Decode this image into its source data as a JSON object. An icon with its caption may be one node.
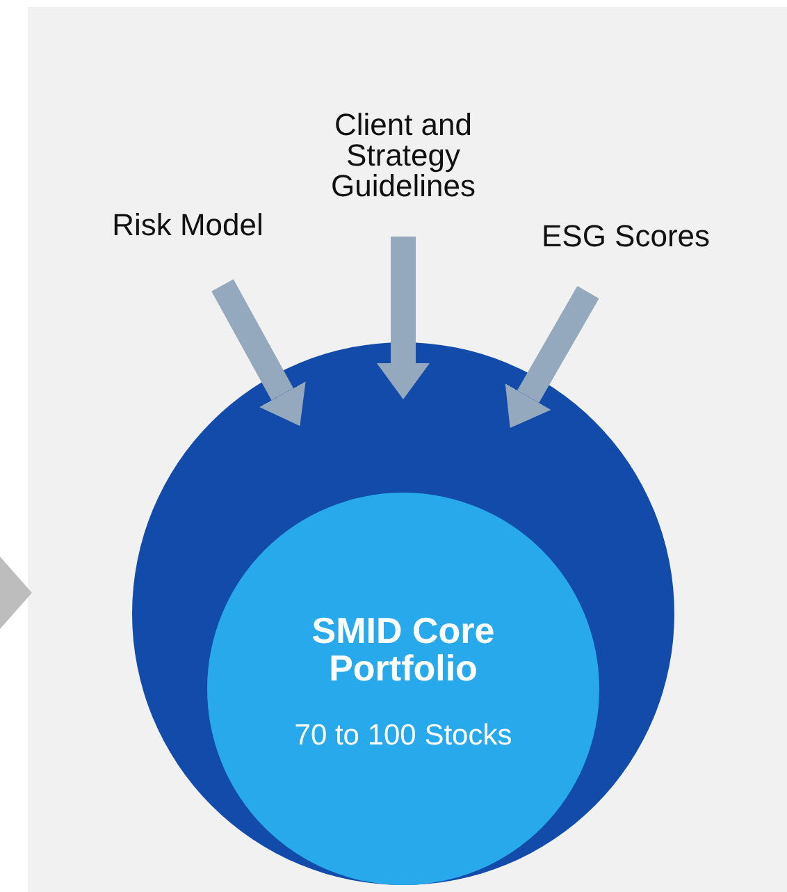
{
  "diagram": {
    "nodes": [
      {
        "text": [
          "Risk Model"
        ]
      },
      {
        "text": [
          "Client and Strategy Guidelines"
        ]
      },
      {
        "text": [
          "ESG Scores"
        ]
      },
      {
        "text": [],
        "shape": "circle"
      },
      {
        "text": [
          "SMID Core Portfolio",
          "70 to 100 Stocks"
        ],
        "in": 3
      }
    ],
    "edges": [
      {
        "from": 0,
        "to": 3,
        "arrow": "to"
      },
      {
        "from": 1,
        "to": 3,
        "arrow": "to"
      },
      {
        "from": 2,
        "to": 3,
        "arrow": "to"
      }
    ]
  }
}
